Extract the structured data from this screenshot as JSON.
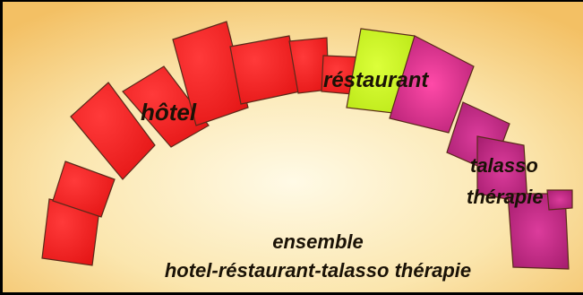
{
  "labels": {
    "hotel": "hôtel",
    "restaurant": "réstaurant",
    "talasso_line1": "talasso",
    "talasso_line2": "thérapie",
    "caption_line1": "ensemble",
    "caption_line2": "hotel-réstaurant-talasso thérapie"
  },
  "colors": {
    "background_center": "#fffae6",
    "background_edge": "#f3c064",
    "hotel_block": "#f21b1b",
    "restaurant_block": "#c8f51e",
    "talasso_block": "#c72a87",
    "block_border": "#5a2a1a"
  }
}
